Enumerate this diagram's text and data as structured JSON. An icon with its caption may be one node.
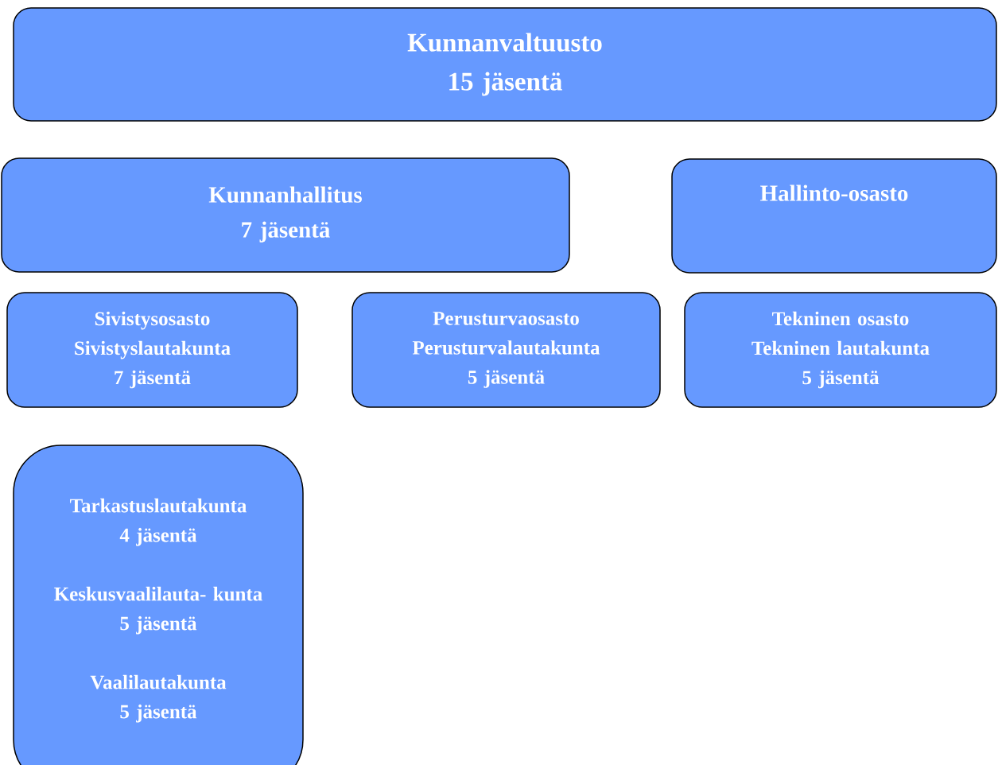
{
  "diagram": {
    "nodes": [
      {
        "text": [
          "Kunnanvaltuusto",
          "15 jäsentä"
        ]
      },
      {
        "text": [
          "Kunnanhallitus",
          "7 jäsentä"
        ]
      },
      {
        "text": [
          "Hallinto-osasto"
        ]
      },
      {
        "text": [
          "Sivistysosasto",
          "Sivistyslautakunta",
          "7 jäsentä"
        ]
      },
      {
        "text": [
          "Perusturvaosasto",
          "Perusturvalautakunta",
          "5 jäsentä"
        ]
      },
      {
        "text": [
          "Tekninen osasto",
          "Tekninen lautakunta",
          "5 jäsentä"
        ]
      },
      {
        "text": [
          "Tarkastuslautakunta",
          "4 jäsentä",
          "Keskusvaalilauta- kunta",
          "5 jäsentä",
          "Vaalilautakunta",
          "5 jäsentä"
        ]
      }
    ]
  }
}
